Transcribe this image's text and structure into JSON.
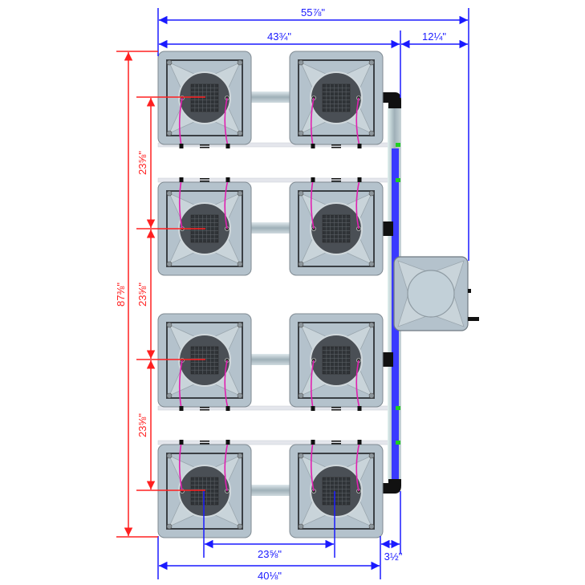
{
  "dimensions": {
    "overall_width": "55⅞\"",
    "pots_width": "43¾\"",
    "reservoir_offset": "12¼\"",
    "pot_spacing_horizontal": "23⅝\"",
    "pots_outer_width": "40⅛\"",
    "manifold_offset": "3½\"",
    "overall_length": "87⅜\"",
    "row_spacing": [
      "23⅝\"",
      "23⅝\"",
      "23⅝\""
    ]
  },
  "colors": {
    "dimension_blue": "#1a1aff",
    "dimension_red": "#ff2020",
    "pot_gray": "#b4c2cc",
    "drip_line_magenta": "#e020b0",
    "manifold_blue": "#3a3aff",
    "fitting_green": "#20d020"
  },
  "layout": {
    "rows": 4,
    "columns": 2
  }
}
